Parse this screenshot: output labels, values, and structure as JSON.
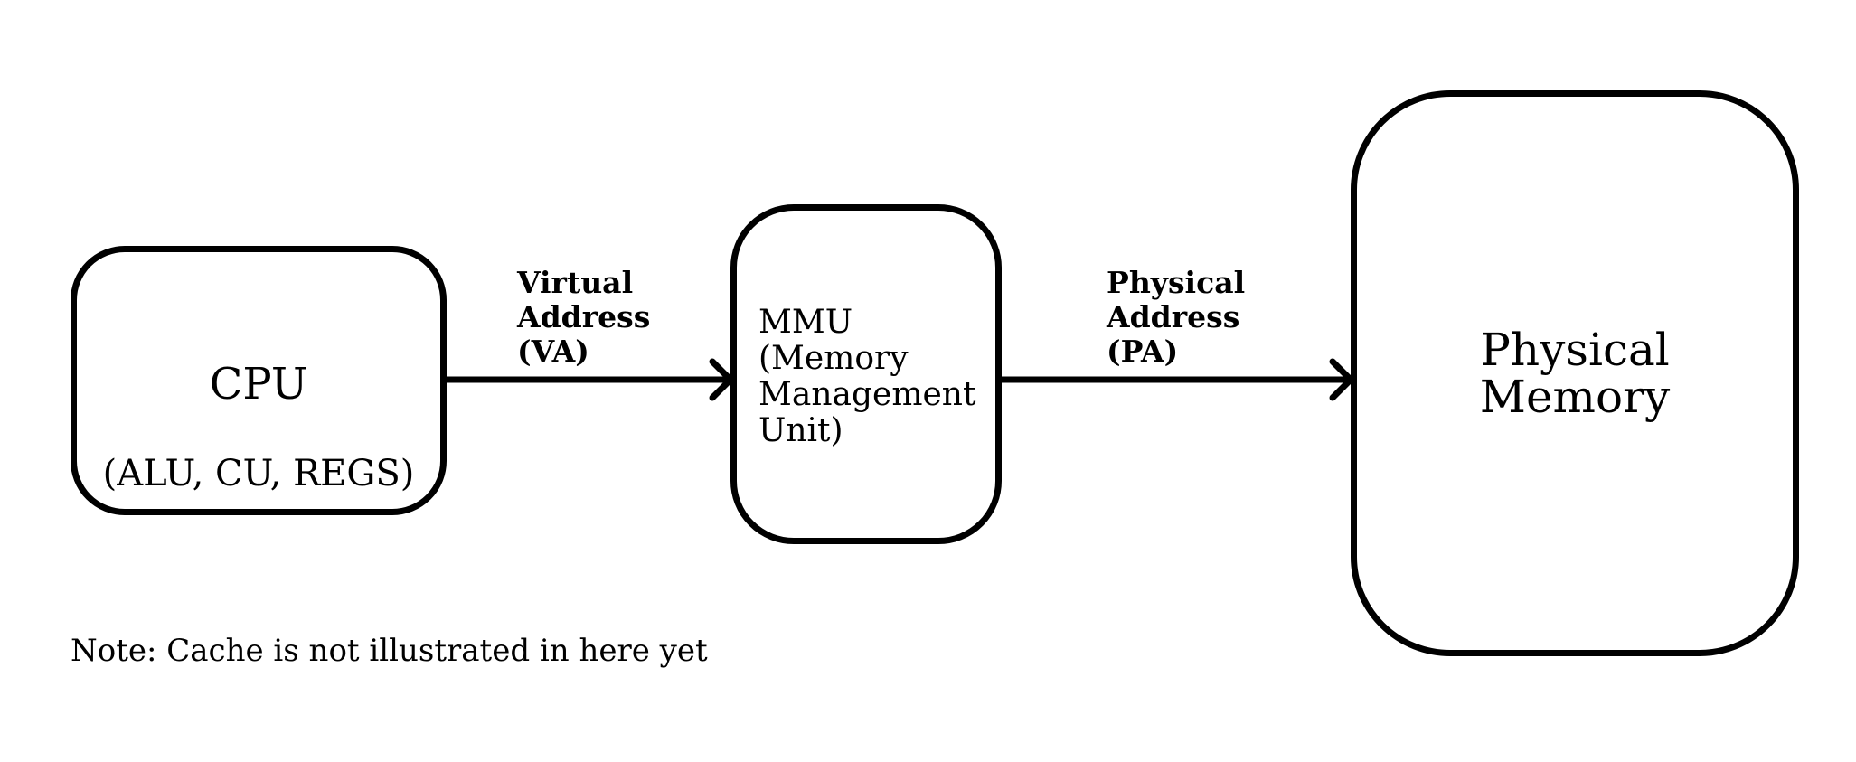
{
  "nodes": {
    "cpu": {
      "title": "CPU",
      "subtitle": "(ALU, CU, REGS)"
    },
    "mmu": {
      "label": "MMU\n(Memory\nManagement\nUnit)"
    },
    "memory": {
      "label": "Physical\nMemory"
    }
  },
  "edges": {
    "cpu_to_mmu": {
      "label": "Virtual\nAddress\n(VA)"
    },
    "mmu_to_memory": {
      "label": "Physical\nAddress\n(PA)"
    }
  },
  "note": "Note: Cache is not illustrated in here yet"
}
